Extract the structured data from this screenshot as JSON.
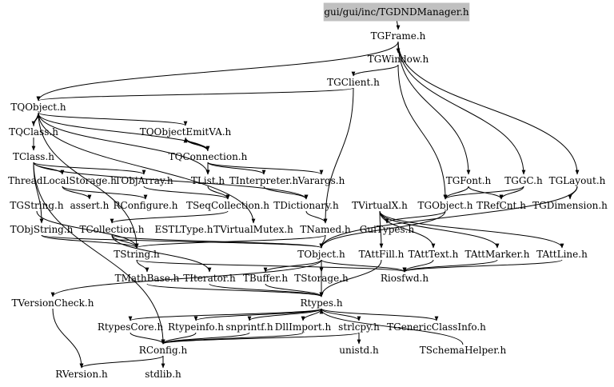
{
  "colors": {
    "root_fill": "#c0c0c0",
    "edge": "#000000",
    "text": "#000000",
    "background": "#ffffff"
  },
  "root_id": "root",
  "nodes": [
    {
      "id": "root",
      "label": "gui/gui/inc/TGDNDManager.h"
    },
    {
      "id": "TGFrame",
      "label": "TGFrame.h"
    },
    {
      "id": "TGWindow",
      "label": "TGWindow.h"
    },
    {
      "id": "TGClient",
      "label": "TGClient.h"
    },
    {
      "id": "TQObject",
      "label": "TQObject.h"
    },
    {
      "id": "TQClass",
      "label": "TQClass.h"
    },
    {
      "id": "TQObjectEmitVA",
      "label": "TQObjectEmitVA.h"
    },
    {
      "id": "TClass",
      "label": "TClass.h"
    },
    {
      "id": "TQConnection",
      "label": "TQConnection.h"
    },
    {
      "id": "ThreadLocalStorage",
      "label": "ThreadLocalStorage.h"
    },
    {
      "id": "TObjArray",
      "label": "TObjArray.h"
    },
    {
      "id": "TList",
      "label": "TList.h"
    },
    {
      "id": "TInterpreter",
      "label": "TInterpreter.h"
    },
    {
      "id": "Varargs",
      "label": "Varargs.h"
    },
    {
      "id": "TGFont",
      "label": "TGFont.h"
    },
    {
      "id": "TGGC",
      "label": "TGGC.h"
    },
    {
      "id": "TGLayout",
      "label": "TGLayout.h"
    },
    {
      "id": "TGString",
      "label": "TGString.h"
    },
    {
      "id": "assert",
      "label": "assert.h"
    },
    {
      "id": "RConfigure",
      "label": "RConfigure.h"
    },
    {
      "id": "TSeqCollection",
      "label": "TSeqCollection.h"
    },
    {
      "id": "TDictionary",
      "label": "TDictionary.h"
    },
    {
      "id": "TVirtualX",
      "label": "TVirtualX.h"
    },
    {
      "id": "TGObject",
      "label": "TGObject.h"
    },
    {
      "id": "TRefCnt",
      "label": "TRefCnt.h"
    },
    {
      "id": "TGDimension",
      "label": "TGDimension.h"
    },
    {
      "id": "TObjString",
      "label": "TObjString.h"
    },
    {
      "id": "TCollection",
      "label": "TCollection.h"
    },
    {
      "id": "ESTLType",
      "label": "ESTLType.h"
    },
    {
      "id": "TVirtualMutex",
      "label": "TVirtualMutex.h"
    },
    {
      "id": "TNamed",
      "label": "TNamed.h"
    },
    {
      "id": "GuiTypes",
      "label": "GuiTypes.h"
    },
    {
      "id": "TString",
      "label": "TString.h"
    },
    {
      "id": "TObject",
      "label": "TObject.h"
    },
    {
      "id": "TAttFill",
      "label": "TAttFill.h"
    },
    {
      "id": "TAttText",
      "label": "TAttText.h"
    },
    {
      "id": "TAttMarker",
      "label": "TAttMarker.h"
    },
    {
      "id": "TAttLine",
      "label": "TAttLine.h"
    },
    {
      "id": "Riosfwd",
      "label": "Riosfwd.h"
    },
    {
      "id": "TMathBase",
      "label": "TMathBase.h"
    },
    {
      "id": "TIterator",
      "label": "TIterator.h"
    },
    {
      "id": "TBuffer",
      "label": "TBuffer.h"
    },
    {
      "id": "TStorage",
      "label": "TStorage.h"
    },
    {
      "id": "TVersionCheck",
      "label": "TVersionCheck.h"
    },
    {
      "id": "Rtypes",
      "label": "Rtypes.h"
    },
    {
      "id": "RtypesCore",
      "label": "RtypesCore.h"
    },
    {
      "id": "Rtypeinfo",
      "label": "Rtypeinfo.h"
    },
    {
      "id": "snprintf",
      "label": "snprintf.h"
    },
    {
      "id": "DllImport",
      "label": "DllImport.h"
    },
    {
      "id": "strlcpy",
      "label": "strlcpy.h"
    },
    {
      "id": "TGenericClassInfo",
      "label": "TGenericClassInfo.h"
    },
    {
      "id": "RConfig",
      "label": "RConfig.h"
    },
    {
      "id": "unistd",
      "label": "unistd.h"
    },
    {
      "id": "TSchemaHelper",
      "label": "TSchemaHelper.h"
    },
    {
      "id": "RVersion",
      "label": "RVersion.h"
    },
    {
      "id": "stdlib",
      "label": "stdlib.h"
    }
  ],
  "edges": [
    [
      "root",
      "TGFrame"
    ],
    [
      "TGFrame",
      "TGWindow"
    ],
    [
      "TGFrame",
      "TQObject"
    ],
    [
      "TGFrame",
      "TGFont"
    ],
    [
      "TGFrame",
      "TGGC"
    ],
    [
      "TGFrame",
      "TGLayout"
    ],
    [
      "TGWindow",
      "TGClient"
    ],
    [
      "TGWindow",
      "TGObject"
    ],
    [
      "TGClient",
      "TQObject"
    ],
    [
      "TGClient",
      "TNamed"
    ],
    [
      "TQObject",
      "TQClass"
    ],
    [
      "TQObject",
      "TQObjectEmitVA"
    ],
    [
      "TQObject",
      "TList"
    ],
    [
      "TQObject",
      "TVirtualMutex"
    ],
    [
      "TQObject",
      "TString"
    ],
    [
      "TQClass",
      "TQObject"
    ],
    [
      "TQClass",
      "TClass"
    ],
    [
      "TQObjectEmitVA",
      "TQConnection"
    ],
    [
      "TQConnection",
      "TQObjectEmitVA"
    ],
    [
      "TQConnection",
      "TQObject"
    ],
    [
      "TQConnection",
      "TList"
    ],
    [
      "TQConnection",
      "TInterpreter"
    ],
    [
      "TQConnection",
      "Varargs"
    ],
    [
      "TClass",
      "ThreadLocalStorage"
    ],
    [
      "TClass",
      "TObjArray"
    ],
    [
      "TClass",
      "TDictionary"
    ],
    [
      "TClass",
      "TObjString"
    ],
    [
      "TClass",
      "RConfig"
    ],
    [
      "ThreadLocalStorage",
      "assert"
    ],
    [
      "ThreadLocalStorage",
      "RConfigure"
    ],
    [
      "TObjArray",
      "TSeqCollection"
    ],
    [
      "TList",
      "TSeqCollection"
    ],
    [
      "TInterpreter",
      "TDictionary"
    ],
    [
      "TGFont",
      "TGObject"
    ],
    [
      "TGFont",
      "TRefCnt"
    ],
    [
      "TGGC",
      "TGObject"
    ],
    [
      "TGGC",
      "TRefCnt"
    ],
    [
      "TGLayout",
      "TGDimension"
    ],
    [
      "TGLayout",
      "TObject"
    ],
    [
      "TGString",
      "TString"
    ],
    [
      "TSeqCollection",
      "TCollection"
    ],
    [
      "TDictionary",
      "TNamed"
    ],
    [
      "TVirtualX",
      "GuiTypes"
    ],
    [
      "TVirtualX",
      "TAttFill"
    ],
    [
      "TVirtualX",
      "TAttText"
    ],
    [
      "TVirtualX",
      "TAttMarker"
    ],
    [
      "TVirtualX",
      "TAttLine"
    ],
    [
      "TGObject",
      "GuiTypes"
    ],
    [
      "TGObject",
      "TObject"
    ],
    [
      "TObjString",
      "TString"
    ],
    [
      "TObjString",
      "TObject"
    ],
    [
      "TCollection",
      "TIterator"
    ],
    [
      "TCollection",
      "TObject"
    ],
    [
      "TCollection",
      "TString"
    ],
    [
      "TNamed",
      "TString"
    ],
    [
      "TNamed",
      "TObject"
    ],
    [
      "TString",
      "Riosfwd"
    ],
    [
      "TString",
      "TMathBase"
    ],
    [
      "TObject",
      "Riosfwd"
    ],
    [
      "TObject",
      "TStorage"
    ],
    [
      "TObject",
      "TBuffer"
    ],
    [
      "TObject",
      "TVersionCheck"
    ],
    [
      "TObject",
      "Rtypes"
    ],
    [
      "TAttFill",
      "Rtypes"
    ],
    [
      "TAttText",
      "Riosfwd"
    ],
    [
      "TAttMarker",
      "Riosfwd"
    ],
    [
      "TAttLine",
      "Riosfwd"
    ],
    [
      "TMathBase",
      "Rtypes"
    ],
    [
      "TIterator",
      "Rtypes"
    ],
    [
      "TBuffer",
      "Rtypes"
    ],
    [
      "TStorage",
      "Rtypes"
    ],
    [
      "TVersionCheck",
      "RVersion"
    ],
    [
      "Rtypes",
      "RtypesCore"
    ],
    [
      "Rtypes",
      "Rtypeinfo"
    ],
    [
      "Rtypes",
      "snprintf"
    ],
    [
      "Rtypes",
      "DllImport"
    ],
    [
      "Rtypes",
      "strlcpy"
    ],
    [
      "Rtypes",
      "TGenericClassInfo"
    ],
    [
      "TSchemaHelper",
      "Rtypes"
    ],
    [
      "RtypesCore",
      "RConfig"
    ],
    [
      "Rtypeinfo",
      "RConfig"
    ],
    [
      "snprintf",
      "RConfig"
    ],
    [
      "DllImport",
      "RConfig"
    ],
    [
      "strlcpy",
      "unistd"
    ],
    [
      "strlcpy",
      "RConfig"
    ],
    [
      "RConfig",
      "RVersion"
    ],
    [
      "RConfig",
      "stdlib"
    ]
  ]
}
